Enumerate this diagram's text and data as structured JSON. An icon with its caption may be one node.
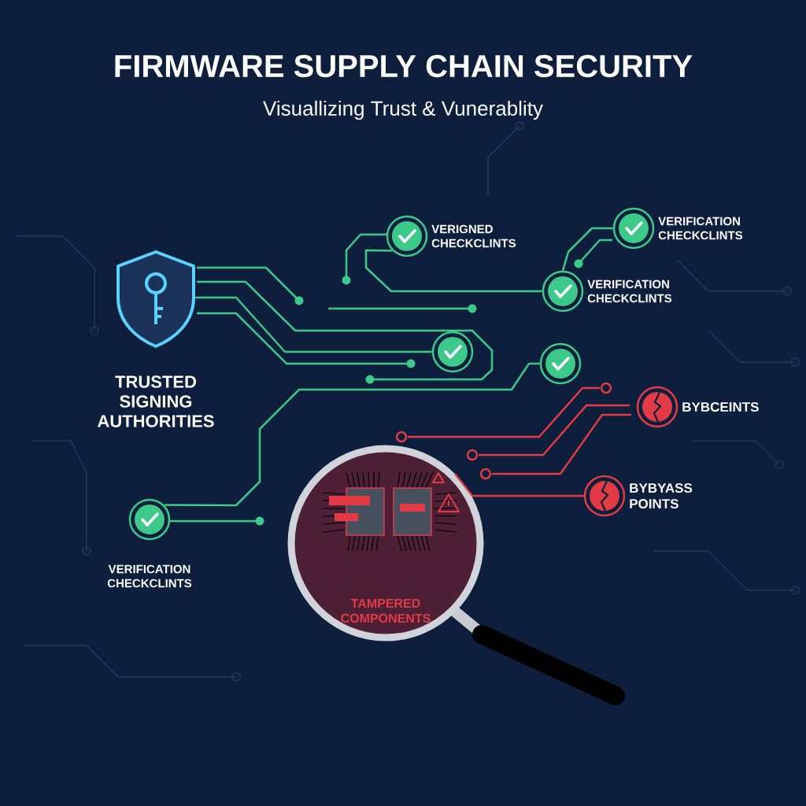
{
  "diagram": {
    "title": "FIRMWARE SUPPLY CHAIN SECURITY",
    "nodes": [
      {
        "text": [
          "TRUSTED SIGNING AUTHORITIES"
        ]
      },
      {
        "text": [
          "VERIGNED CHECKCLINTS"
        ]
      },
      {
        "text": [
          "VERIFICATION CHECKCLINTS"
        ]
      },
      {
        "text": [
          "VERIFICATION CHECKCLINTS"
        ]
      },
      {
        "text": [],
        "shape": "circle"
      },
      {
        "text": [],
        "shape": "circle"
      },
      {
        "text": [
          "BYBCEINTS"
        ]
      },
      {
        "text": [
          "BYBYASS POINTS"
        ]
      },
      {
        "text": [
          "VERIFICATION CHECKCLINTS"
        ]
      },
      {
        "text": [
          "TAMPERED COMPONENTS"
        ]
      }
    ],
    "edges": [
      {
        "from": 0,
        "to": 4,
        "arrow": "none"
      },
      {
        "from": 8,
        "to": 5,
        "arrow": "none"
      },
      {
        "from": 2,
        "to": 3,
        "arrow": "none"
      },
      {
        "from": 1,
        "to": 3,
        "arrow": "none"
      },
      {
        "from": 9,
        "to": 7,
        "arrow": "none",
        "color": "#e23b45"
      }
    ],
    "labels": [
      "Visuallizing Trust & Vunerablity"
    ]
  }
}
